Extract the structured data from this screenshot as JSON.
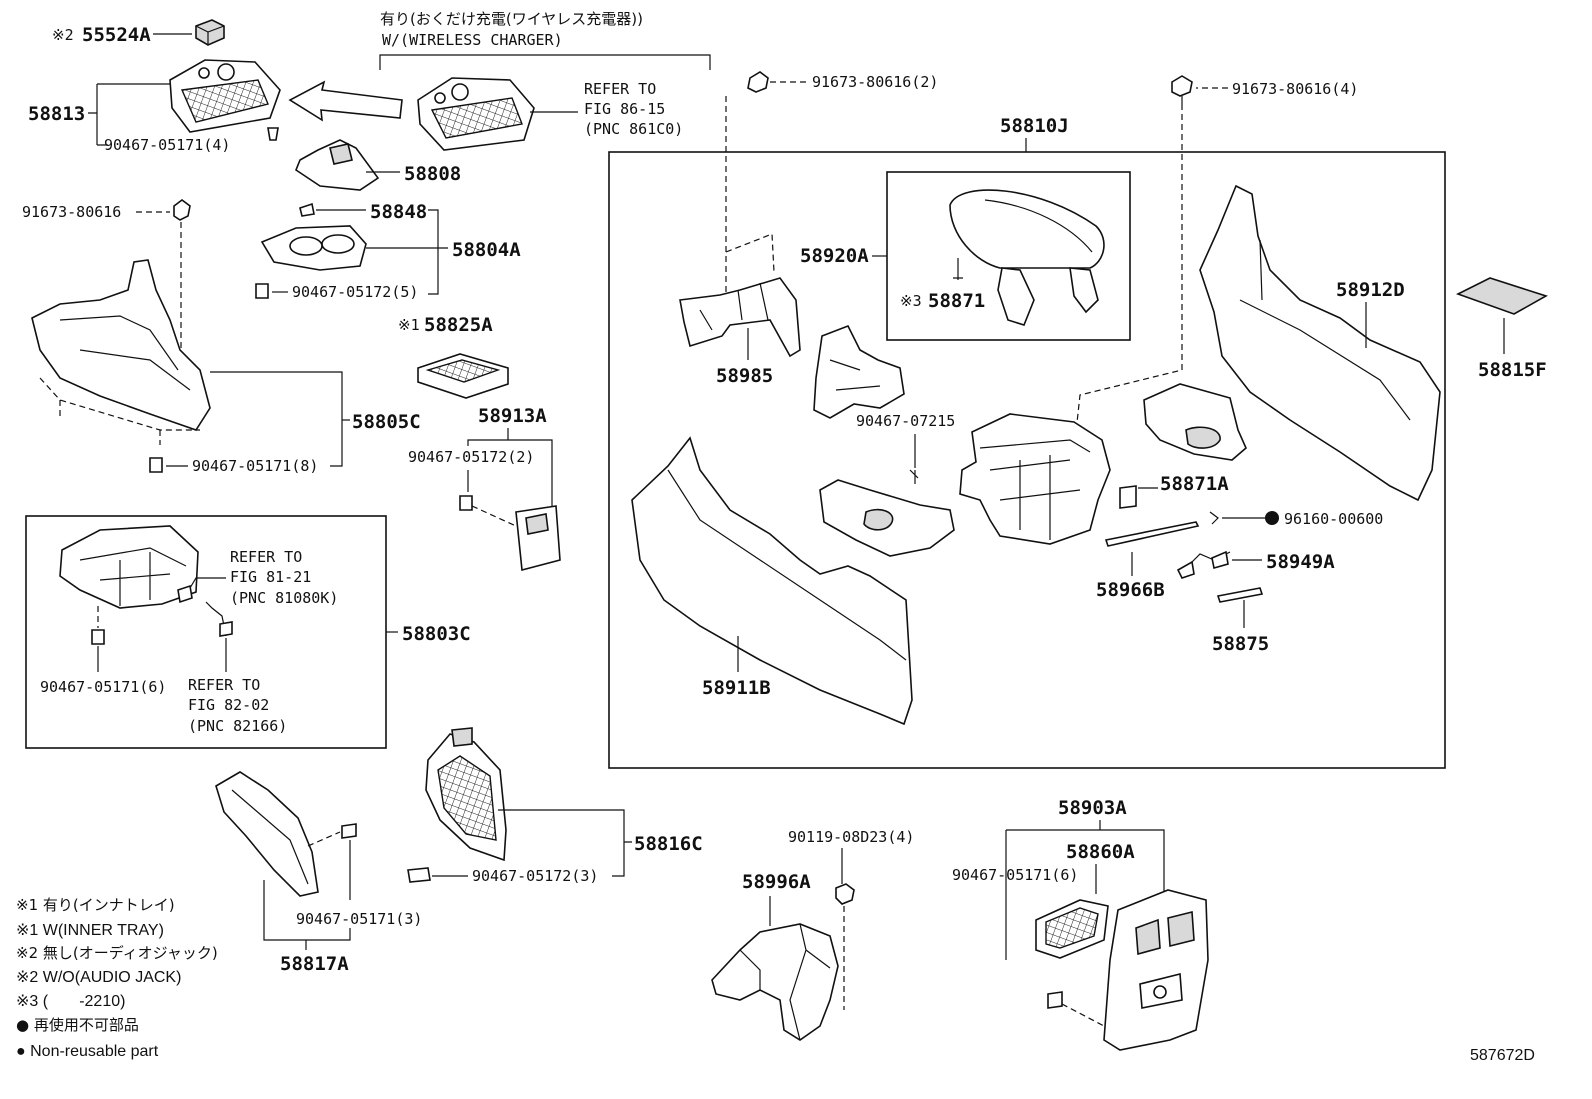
{
  "header_note": {
    "jp": "有り(おくだけ充電(ワイヤレス充電器))",
    "en": "W/(WIRELESS CHARGER)"
  },
  "labels": {
    "p55524A": "55524A",
    "p55524A_mark": "※2",
    "p58813": "58813",
    "p58813_fastener": "90467-05171(4)",
    "p58808": "58808",
    "refer_a_1": "REFER TO",
    "refer_a_2": "FIG 86-15",
    "refer_a_3": "(PNC 861C0)",
    "p91673_a": "91673-80616(2)",
    "p91673_b": "91673-80616(4)",
    "p58810J": "58810J",
    "p91673_c": "91673-80616",
    "p58848": "58848",
    "p58804A": "58804A",
    "p58804A_fastener": "90467-05172(5)",
    "p58825A": "58825A",
    "p58825A_mark": "※1",
    "p58805C": "58805C",
    "p58805C_fastener": "90467-05171(8)",
    "p58913A": "58913A",
    "p58913A_fastener": "90467-05172(2)",
    "p58920A": "58920A",
    "p58871": "58871",
    "p58871_mark": "※3",
    "p58985": "58985",
    "p58912D": "58912D",
    "p58815F": "58815F",
    "p90467_07215": "90467-07215",
    "p58871A": "58871A",
    "p96160": "96160-00600",
    "p58966B": "58966B",
    "p58949A": "58949A",
    "p58875": "58875",
    "p58911B": "58911B",
    "refer_b_1": "REFER TO",
    "refer_b_2": "FIG 81-21",
    "refer_b_3": "(PNC 81080K)",
    "refer_c_1": "REFER TO",
    "refer_c_2": "FIG 82-02",
    "refer_c_3": "(PNC 82166)",
    "p58803C": "58803C",
    "p58803C_fastener": "90467-05171(6)",
    "p58816C": "58816C",
    "p58816C_fastener": "90467-05172(3)",
    "p90119": "90119-08D23(4)",
    "p58996A": "58996A",
    "p58903A": "58903A",
    "p58860A": "58860A",
    "p58903A_fastener": "90467-05171(6)",
    "p58817A_fastener": "90467-05171(3)",
    "p58817A": "58817A",
    "illustration_id": "587672D"
  },
  "legend": [
    {
      "text": "※1 有り(インナトレイ)"
    },
    {
      "text": "※1 W(INNER TRAY)"
    },
    {
      "text": "※2 無し(オーディオジャック)"
    },
    {
      "text": "※2 W/O(AUDIO JACK)"
    },
    {
      "text": "※3 (       -2210)"
    },
    {
      "text": "● 再使用不可部品"
    },
    {
      "text": "● Non-reusable part"
    }
  ]
}
